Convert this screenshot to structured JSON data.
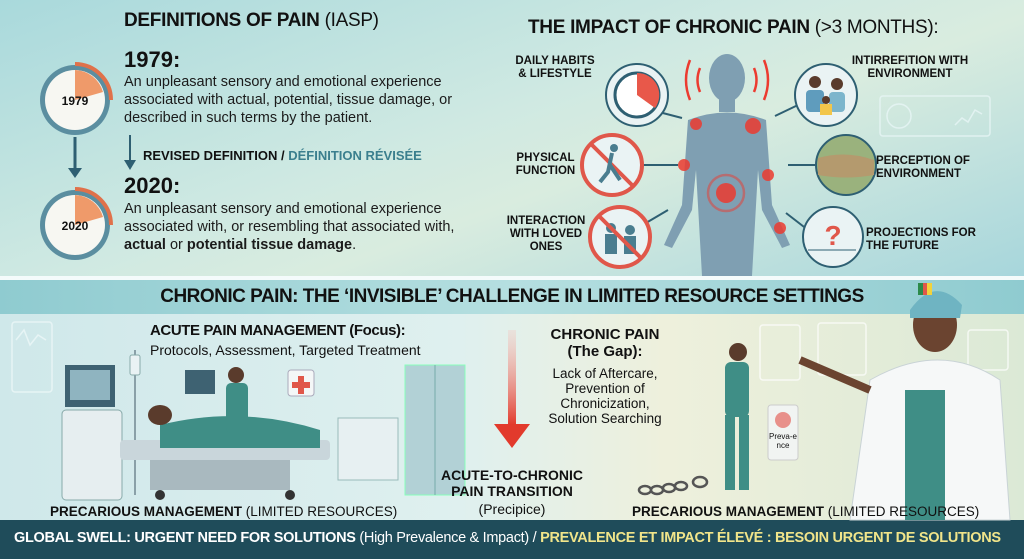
{
  "definitions": {
    "title_bold": "DEFINITIONS OF PAIN",
    "title_light": "(IASP)",
    "clock_1979": "1979",
    "clock_2020": "2020",
    "year_1979": "1979:",
    "text_1979": "An unpleasant sensory and emotional experience associated with actual, potential, tissue damage, or described in such terms by the patient.",
    "revised_en": "REVISED DEFINITION /",
    "revised_fr": "DÉFINITION RÉVISÉE",
    "year_2020": "2020:",
    "text_2020_a": "An unpleasant sensory and emotional experience associated with, or resembling that associated with,",
    "text_2020_b1": "actual",
    "text_2020_or": "or",
    "text_2020_b2": "potential tissue damage",
    "text_2020_end": "."
  },
  "impact": {
    "title_bold": "THE IMPACT OF CHRONIC PAIN",
    "title_light": "(>3 MONTHS):",
    "items": [
      {
        "label": "DAILY HABITS & LIFESTYLE",
        "icon": "clock-icon"
      },
      {
        "label": "PHYSICAL FUNCTION",
        "icon": "no-walking-icon"
      },
      {
        "label": "INTERACTION WITH LOVED ONES",
        "icon": "no-interaction-icon"
      },
      {
        "label": "INTIRREFITION WITH ENVIRONMENT",
        "icon": "family-icon"
      },
      {
        "label": "PERCEPTION OF ENVIRONMENT",
        "icon": "landscape-icon"
      },
      {
        "label": "PROJECTIONS FOR THE FUTURE",
        "icon": "question-icon"
      }
    ]
  },
  "challenge": {
    "title": "CHRONIC PAIN: THE ‘INVISIBLE’ CHALLENGE IN LIMITED RESOURCE SETTINGS",
    "acute_title": "ACUTE PAIN MANAGEMENT (Focus):",
    "acute_sub": "Protocols, Assessment, Targeted Treatment",
    "chronic_title_1": "CHRONIC PAIN",
    "chronic_title_2": "(The Gap):",
    "chronic_items": [
      "Lack of Aftercare,",
      "Prevention of",
      "Chronicization,",
      "Solution Searching"
    ],
    "transition_1": "ACUTE-TO-CHRONIC",
    "transition_2": "PAIN TRANSITION",
    "transition_3": "(Precipice)",
    "precarious_bold": "PRECARIOUS MANAGEMENT",
    "precarious_light": "(LIMITED RESOURCES)",
    "screen_label": "Preva-ence"
  },
  "footer": {
    "en_bold": "GLOBAL SWELL: URGENT NEED FOR SOLUTIONS",
    "en_light": "(High Prevalence & Impact) /",
    "fr": "PREVALENCE ET IMPACT ÉLEVÉ : BESOIN URGENT DE SOLUTIONS"
  },
  "colors": {
    "accent_red": "#e8483a",
    "footer_bg": "#1f4c5a",
    "footer_fr": "#f1e58a",
    "teal_text": "#3b7f8e"
  }
}
